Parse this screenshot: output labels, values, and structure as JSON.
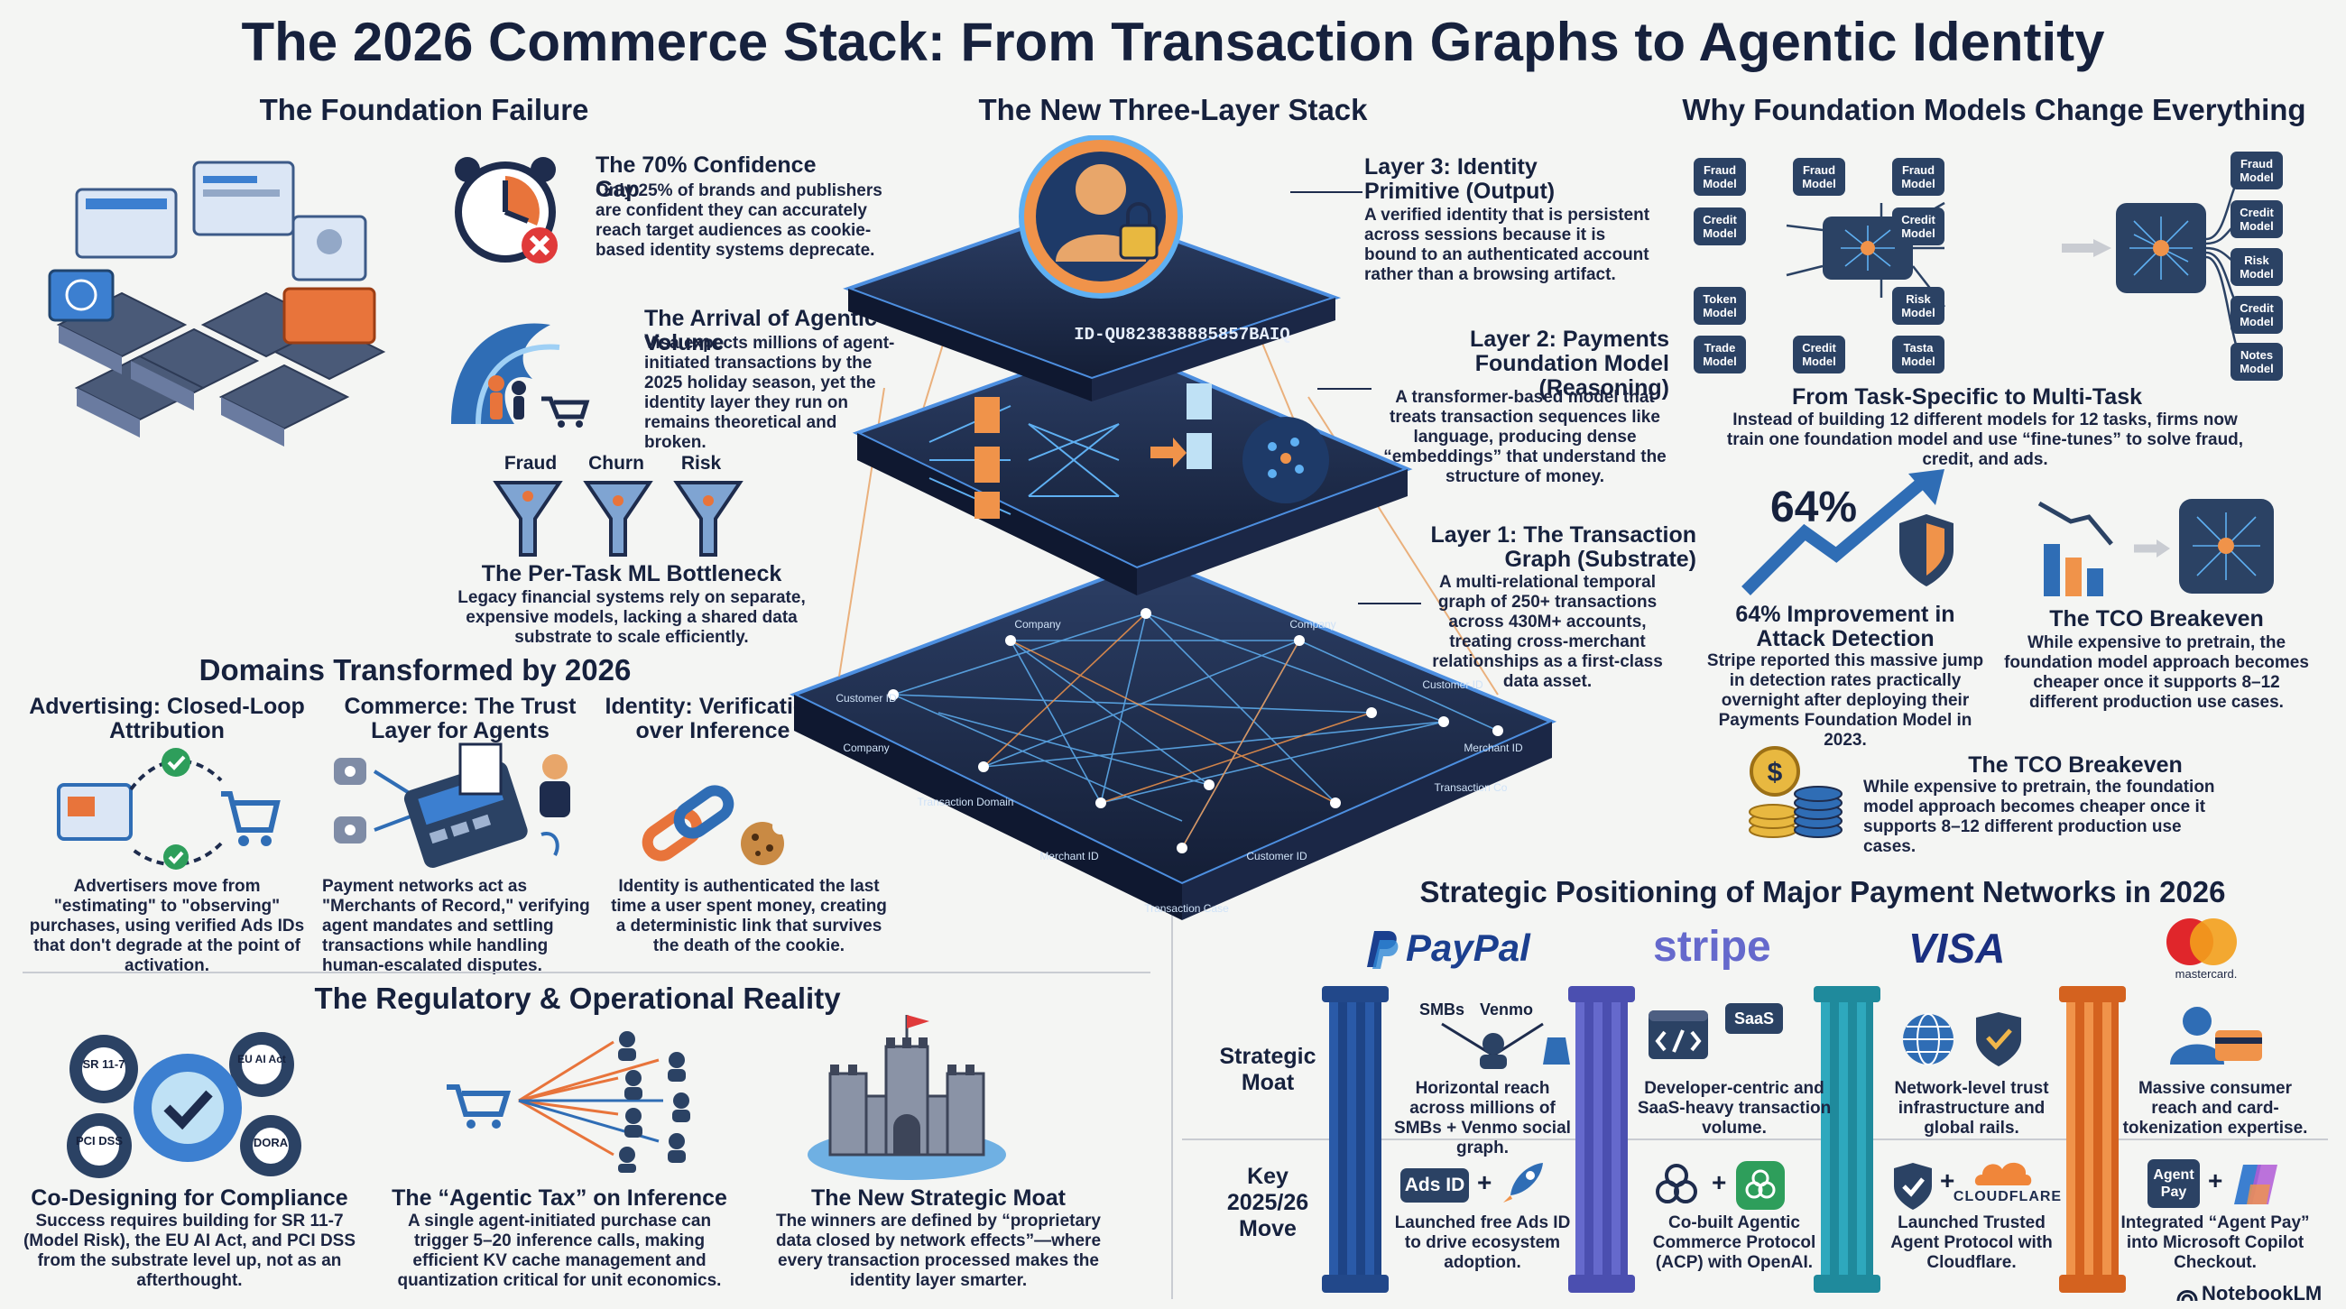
{
  "title": "The 2026 Commerce Stack: From Transaction Graphs to Agentic Identity",
  "foundation": {
    "heading": "The Foundation Failure",
    "gap": {
      "title": "The 70% Confidence Gap",
      "text": "Only 25% of brands and publishers are confident they can accurately reach target audiences as cookie-based identity systems deprecate."
    },
    "agentic": {
      "title": "The Arrival of Agentic Volume",
      "text": "Visa expects millions of agent-initiated transactions by the 2025 holiday season, yet the identity layer they run on remains theoretical and broken."
    },
    "funnels": [
      "Fraud",
      "Churn",
      "Risk"
    ],
    "bottleneck": {
      "title": "The Per-Task ML Bottleneck",
      "text": "Legacy financial systems rely on separate, expensive models, lacking a shared data substrate to scale efficiently."
    }
  },
  "domains": {
    "heading": "Domains Transformed by 2026",
    "items": [
      {
        "title": "Advertising: Closed-Loop Attribution",
        "text": "Advertisers move from \"estimating\" to \"observing\" purchases, using verified Ads IDs that don't degrade at the point of activation."
      },
      {
        "title": "Commerce: The Trust Layer for Agents",
        "text": "Payment networks act as \"Merchants of Record,\" verifying agent mandates and settling transactions while handling human-escalated disputes."
      },
      {
        "title": "Identity: Verification over Inference",
        "text": "Identity is authenticated the last time a user spent money, creating a deterministic link that survives the death of the cookie."
      }
    ]
  },
  "regulatory": {
    "heading": "The Regulatory & Operational Reality",
    "items": [
      {
        "title": "Co-Designing for Compliance",
        "text": "Success requires building for SR 11-7 (Model Risk), the EU AI Act, and PCI DSS from the substrate level up, not as an afterthought."
      },
      {
        "title": "The “Agentic Tax” on Inference",
        "text": "A single agent-initiated purchase can trigger 5–20 inference calls, making efficient KV cache management and quantization critical for unit economics."
      },
      {
        "title": "The New Strategic Moat",
        "text": "The winners are defined by “proprietary data closed by network effects”—where every transaction processed makes the identity layer smarter."
      }
    ],
    "gear_labels": [
      "SR 11-7",
      "EU AI Act",
      "PCI DSS",
      "DORA"
    ]
  },
  "stack": {
    "heading": "The New Three-Layer Stack",
    "identity_id": "ID-QU823838885857BAIQ",
    "layer3": {
      "title": "Layer 3: Identity Primitive (Output)",
      "text": "A verified identity that is persistent across sessions because it is bound to an authenticated account rather than a browsing artifact."
    },
    "layer2": {
      "title": "Layer 2: Payments Foundation Model (Reasoning)",
      "text": "A transformer-based model that treats transaction sequences like language, producing dense “embeddings” that understand the structure of money."
    },
    "layer1": {
      "title": "Layer 1: The Transaction Graph (Substrate)",
      "text": "A multi-relational temporal graph of 250+ transactions across 430M+ accounts, treating cross-merchant relationships as a first-class data asset."
    },
    "graph_nodes": [
      "Company",
      "Company",
      "Customer ID",
      "Customer ID",
      "Company",
      "Merchant ID",
      "Transaction Domain",
      "Transaction Co",
      "Merchant ID",
      "Customer ID",
      "Transaction Case"
    ]
  },
  "fm": {
    "heading": "Why Foundation Models Change Everything",
    "left_models": [
      "Fraud Model",
      "Fraud Model",
      "Fraud Model",
      "Credit Model",
      "Credit Model",
      "Token Model",
      "Risk Model",
      "Trade Model",
      "Credit Model",
      "Tasta Model"
    ],
    "right_models": [
      "Fraud Model",
      "Credit Model",
      "Risk Model",
      "Credit Model",
      "Notes Model"
    ],
    "shift": {
      "title": "From Task-Specific to Multi-Task",
      "text": "Instead of building 12 different models for 12 tasks, firms now train one foundation model and use “fine-tunes” to solve fraud, credit, and ads."
    },
    "stat": "64%",
    "improve": {
      "title": "64% Improvement in Attack Detection",
      "text": "Stripe reported this massive jump in detection rates practically overnight after deploying their Payments Foundation Model in 2023."
    },
    "tco1": {
      "title": "The TCO Breakeven",
      "text": "While expensive to pretrain, the foundation model approach becomes cheaper once it supports 8–12 different production use cases."
    },
    "tco2": {
      "title": "The TCO Breakeven",
      "text": "While expensive to pretrain, the foundation model approach becomes cheaper once it supports 8–12 different production use cases."
    }
  },
  "networks": {
    "heading": "Strategic Positioning of Major Payment Networks in 2026",
    "row1": "Strategic Moat",
    "row2": "Key 2025/26 Move",
    "paypal": {
      "brand": "PayPal",
      "tags": [
        "SMBs",
        "Venmo"
      ],
      "moat": "Horizontal reach across millions of SMBs + Venmo social graph.",
      "move_tag": "Ads ID",
      "move": "Launched free Ads ID to drive ecosystem adoption."
    },
    "stripe": {
      "brand": "stripe",
      "tag": "SaaS",
      "moat": "Developer-centric and SaaS-heavy transaction volume.",
      "move": "Co-built Agentic Commerce Protocol (ACP) with OpenAI."
    },
    "visa": {
      "brand": "VISA",
      "moat": "Network-level trust infrastructure and global rails.",
      "partner": "CLOUDFLARE",
      "move": "Launched Trusted Agent Protocol with Cloudflare."
    },
    "mastercard": {
      "brand": "mastercard.",
      "moat": "Massive consumer reach and card-tokenization expertise.",
      "move_tag": "Agent Pay",
      "move": "Integrated “Agent Pay” into Microsoft Copilot Checkout."
    },
    "plus": "+"
  },
  "footer": {
    "brand": "NotebookLM"
  }
}
